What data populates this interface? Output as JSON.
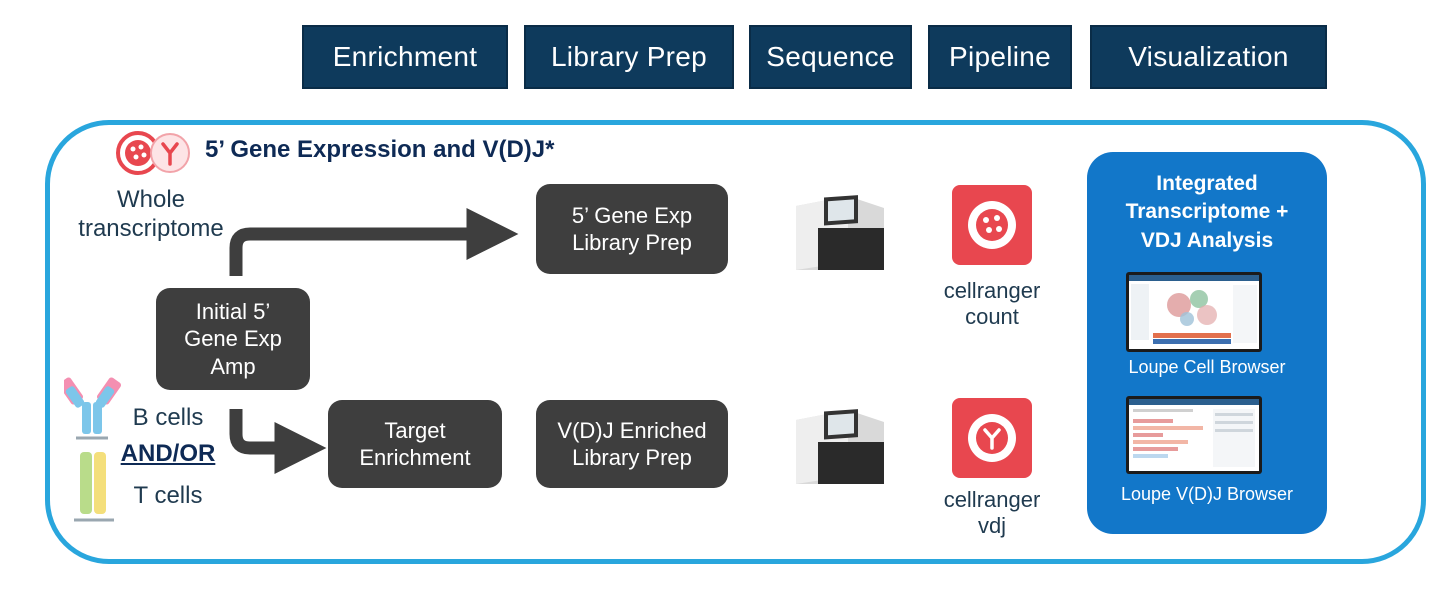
{
  "stages": [
    "Enrichment",
    "Library Prep",
    "Sequence",
    "Pipeline",
    "Visualization"
  ],
  "title": "5’ Gene Expression and V(D)J*",
  "whole_transcriptome": [
    "Whole",
    "transcriptome"
  ],
  "cells": {
    "b_cells": "B cells",
    "and_or": "AND/OR",
    "t_cells": "T cells"
  },
  "boxes": {
    "initial_amp": [
      "Initial 5’",
      "Gene Exp",
      "Amp"
    ],
    "gene_exp_lib": [
      "5’ Gene Exp",
      "Library Prep"
    ],
    "target_enrichment": [
      "Target",
      "Enrichment"
    ],
    "vdj_lib": [
      "V(D)J Enriched",
      "Library Prep"
    ]
  },
  "pipeline": {
    "count": [
      "cellranger",
      "count"
    ],
    "vdj": [
      "cellranger",
      "vdj"
    ]
  },
  "visualization": {
    "title": [
      "Integrated",
      "Transcriptome +",
      "VDJ Analysis"
    ],
    "cell_browser": "Loupe Cell Browser",
    "vdj_browser": "Loupe V(D)J Browser"
  },
  "colors": {
    "stage_tab": "#0e3a5c",
    "frame": "#29a6dd",
    "box": "#3e3e3e",
    "cellranger": "#e8474f",
    "panel": "#1277c9",
    "title": "#0e2a55"
  }
}
